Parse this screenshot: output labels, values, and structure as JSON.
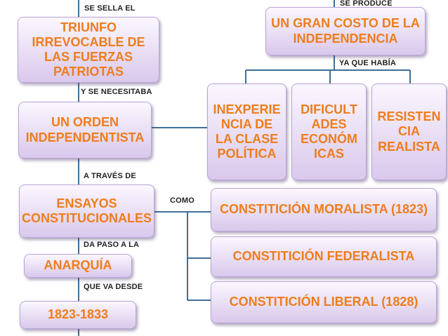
{
  "connectors": {
    "se_sella_el": "SE SELLA EL",
    "se_produce": "SE PRODUCE",
    "ya_que_habia": "YA QUE HABÍA",
    "y_se_necesitaba": "Y SE NECESITABA",
    "a_traves_de": "A TRAVÉS DE",
    "como": "COMO",
    "da_paso_a_la": "DA PASO A LA",
    "que_va_desde": "QUE VA DESDE"
  },
  "boxes": {
    "triunfo": "TRIUNFO IRREVOCABLE DE LAS FUERZAS PATRIOTAS",
    "gran_costo": "UN GRAN COSTO DE LA INDEPENDENCIA",
    "orden": "UN ORDEN INDEPENDENTISTA",
    "inexperiencia": "INEXPERIE NCIA DE LA CLASE POLÍTICA",
    "dificultades": "DIFICULT ADES ECONÓM ICAS",
    "resistencia": "RESISTEN CIA REALISTA",
    "ensayos": "ENSAYOS CONSTITUCIONALES",
    "moralista": "CONSTITICIÓN MORALISTA (1823)",
    "federalista": "CONSTITICIÓN FEDERALISTA",
    "liberal": "CONSTITICIÓN LIBERAL (1828)",
    "anarquia": "ANARQUÍA",
    "periodo": "1823-1833"
  },
  "colors": {
    "text_orange": "#ee7d1c",
    "line_blue": "#3f6f96",
    "box_fill": "#ece2f6"
  }
}
